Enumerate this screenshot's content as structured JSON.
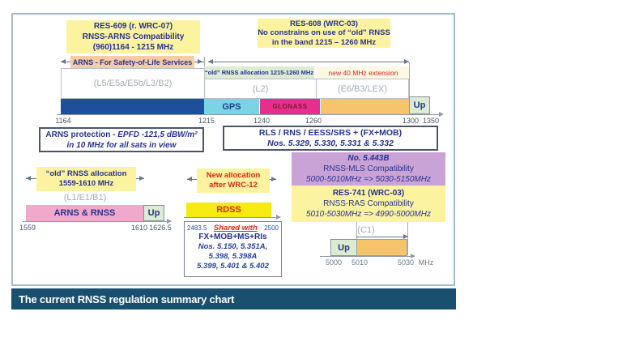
{
  "colors": {
    "navy_band": "#1d4f9c",
    "gps_band": "#7bd3e6",
    "glonass_band": "#e62e8e",
    "orange_band": "#f6c46a",
    "pink_band": "#f0a9cb",
    "rdss_band": "#f6ea10",
    "purple_box": "#c9a3d6",
    "yellow_box": "#fbf3a0",
    "caption_bg": "#1a506f",
    "text_navy": "#28338f",
    "text_red": "#d8281c"
  },
  "frame": {
    "caption": "The current RNSS regulation summary chart"
  },
  "top": {
    "res609": {
      "title": "RES-609 (r. WRC-07)",
      "line2": "RNSS-ARNS Compatibility",
      "line3": "(960)1164 - 1215 MHz"
    },
    "res608": {
      "title": "RES-608 (WRC-03)",
      "line2": "No constrains on use of “old” RNSS",
      "line3": "in the band 1215 – 1260 MHz"
    },
    "arns_sol_label": "ARNS - For Safety-of-Life Services",
    "old_alloc_label": "“old” RNSS allocation 1215-1260 MHz",
    "new_ext_label": "new 40 MHz extension",
    "band_labels": {
      "left": "(L5/E5a/E5b/L3/B2)",
      "mid": "(L2)",
      "right": "(E6/B3/LEX)"
    },
    "segments": {
      "gps": "GPS",
      "glonass": "GLONASS",
      "up": "Up"
    },
    "ticks": [
      "1164",
      "1215",
      "1240",
      "1260",
      "1300",
      "1350"
    ]
  },
  "mid": {
    "arns_protection": {
      "part1": "ARNS protection - ",
      "part2": "EPFD -121,5 dBW/m²",
      "line2": "in 10 MHz for all sats in view"
    },
    "rls": {
      "line1": "RLS / RNS / EESS/SRS + (FX+MOB)",
      "line2": "Nos. 5.329, 5.330, 5.331 & 5.332"
    }
  },
  "lower_left": {
    "alloc": {
      "line1": "“old” RNSS allocation",
      "line2": "1559-1610 MHz"
    },
    "band_label": "(L1/E1/B1)",
    "bar_label": "ARNS & RNSS",
    "up_label": "Up",
    "ticks": [
      "1559",
      "1610",
      "1626.5"
    ]
  },
  "lower_mid": {
    "alloc": {
      "line1": "New allocation",
      "line2": "after WRC-12"
    },
    "bar_label": "RDSS",
    "shared": {
      "left_freq": "2483.5",
      "title": "Shared with",
      "right_freq": "2500",
      "line2": "FX+MOB+MS+RIs",
      "line3": "Nos. 5.150, 5.351A,",
      "line4": "5.398, 5.398A",
      "line5": "5.399, 5.401 & 5.402"
    }
  },
  "lower_right": {
    "mls": {
      "title": "No. 5.443B",
      "line2": "RNSS-MLS Compatibility",
      "line3": "5000-5010MHz => 5030-5150MHz"
    },
    "res741": {
      "title": "RES-741 (WRC-03)",
      "line2": "RNSS-RAS Compatibility",
      "line3": "5010-5030MHz => 4990-5000MHz"
    },
    "band_label": "(C1)",
    "up_label": "Up",
    "ticks": [
      "5000",
      "5010",
      "5030"
    ],
    "unit": "MHz"
  }
}
